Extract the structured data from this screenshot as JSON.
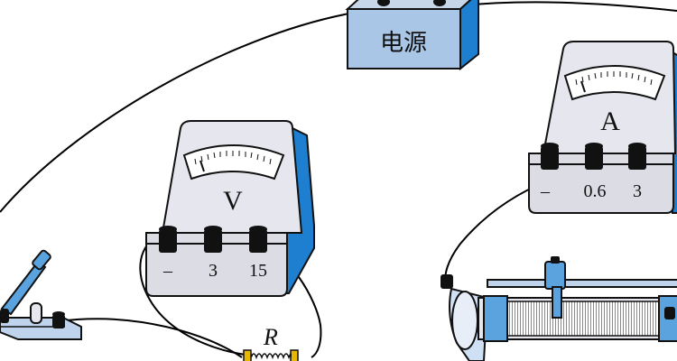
{
  "power_supply": {
    "label": "电源"
  },
  "voltmeter": {
    "symbol": "V",
    "terminals": [
      "–",
      "3",
      "15"
    ]
  },
  "ammeter": {
    "symbol": "A",
    "terminals": [
      "–",
      "0.6",
      "3"
    ]
  },
  "resistor": {
    "label": "R"
  },
  "colors": {
    "meter_face": "#e6e6ee",
    "meter_side": "#1e7fd0",
    "meter_top": "#b8c0d6",
    "power_supply": "#a9c6e6",
    "rheostat_blue": "#5aa3de",
    "wire": "#000000"
  }
}
